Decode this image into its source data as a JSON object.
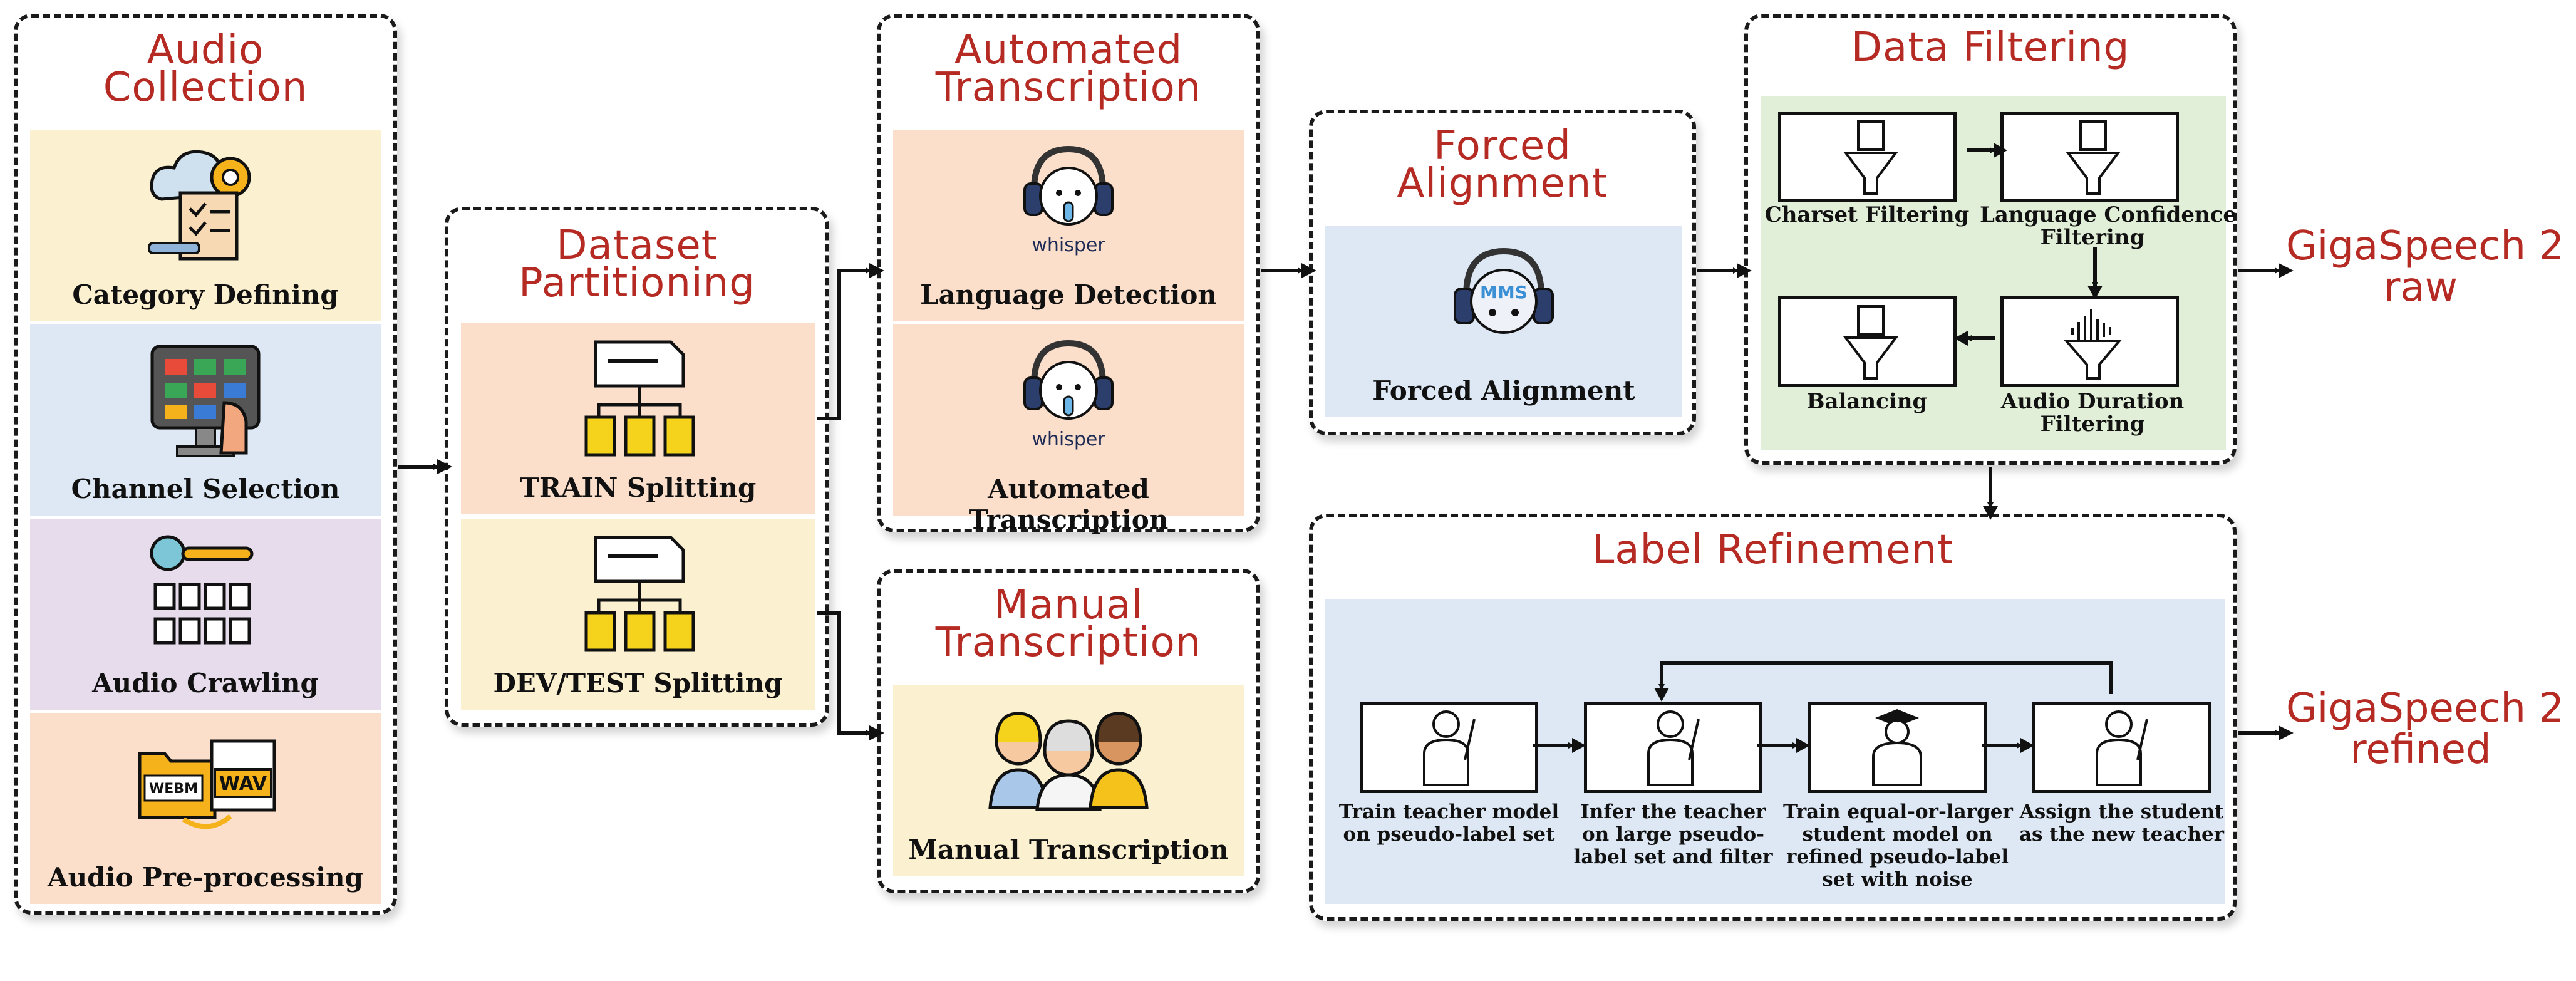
{
  "groups": {
    "audio_collection": {
      "title": "Audio\nCollection",
      "panels": [
        "Category Defining",
        "Channel Selection",
        "Audio Crawling",
        "Audio Pre-processing"
      ]
    },
    "dataset_partitioning": {
      "title": "Dataset\nPartitioning",
      "panels": [
        "TRAIN Splitting",
        "DEV/TEST Splitting"
      ]
    },
    "automated_transcription": {
      "title": "Automated\nTranscription",
      "panels": [
        "Language Detection",
        "Automated Transcription"
      ],
      "logo_text": "whisper"
    },
    "manual_transcription": {
      "title": "Manual\nTranscription",
      "panels": [
        "Manual Transcription"
      ]
    },
    "forced_alignment": {
      "title": "Forced\nAlignment",
      "panels": [
        "Forced Alignment"
      ],
      "logo_text": "MMS"
    },
    "data_filtering": {
      "title": "Data Filtering",
      "steps": [
        "Charset Filtering",
        "Language Confidence\nFiltering",
        "Audio Duration\nFiltering",
        "Balancing"
      ]
    },
    "label_refinement": {
      "title": "Label Refinement",
      "steps": [
        "Train teacher model\non pseudo-label set",
        "Infer the teacher\non large pseudo-\nlabel set and filter",
        "Train equal-or-larger\nstudent model on\nrefined pseudo-label\nset with noise",
        "Assign the student\nas the new teacher"
      ]
    }
  },
  "outputs": {
    "raw": "GigaSpeech 2\nraw",
    "refined": "GigaSpeech 2\nrefined"
  },
  "icon_text": {
    "webm": "WEBM",
    "wav": "WAV"
  },
  "colors": {
    "title_red": "#b52a23",
    "panel_yellow": "#fbf0cf",
    "panel_blue": "#dde8f4",
    "panel_purple": "#e6dceb",
    "panel_orange": "#fbdfcb",
    "panel_green": "#e2efd8"
  }
}
